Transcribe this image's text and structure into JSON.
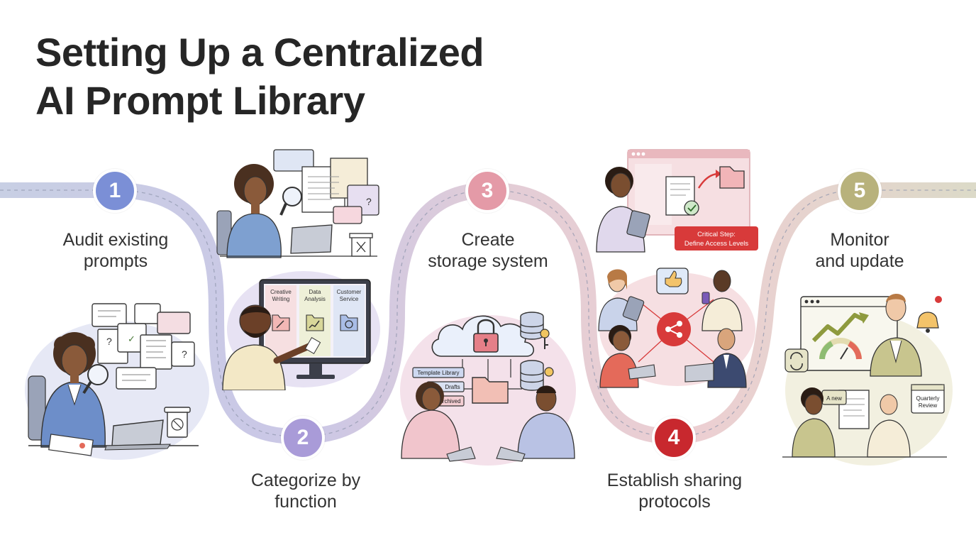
{
  "title": {
    "line1": "Setting Up a Centralized",
    "line2": "AI Prompt Library"
  },
  "colors": {
    "step1": "#7b8fd6",
    "step2": "#a99bd8",
    "step3": "#e49aa7",
    "step4": "#c8282e",
    "step5": "#b8b27c",
    "accent_red": "#d83a3a"
  },
  "steps": [
    {
      "number": "1",
      "line1": "Audit existing",
      "line2": "prompts"
    },
    {
      "number": "2",
      "line1": "Categorize by",
      "line2": "function"
    },
    {
      "number": "3",
      "line1": "Create",
      "line2": "storage system"
    },
    {
      "number": "4",
      "line1": "Establish sharing",
      "line2": "protocols"
    },
    {
      "number": "5",
      "line1": "Monitor",
      "line2": "and update"
    }
  ],
  "illustrations": {
    "categories": {
      "a1": "Creative",
      "a2": "Writing",
      "b1": "Data",
      "b2": "Analysis",
      "c1": "Customer",
      "c2": "Service"
    },
    "storage": {
      "tag1": "Template Library",
      "tag2": "Drafts",
      "tag3": "Archived"
    },
    "access": {
      "line1": "Critical Step:",
      "line2": "Define Access Levels"
    },
    "monitor": {
      "bubble": "A new",
      "calendar1": "Quarterly",
      "calendar2": "Review"
    }
  },
  "icons": [
    "magnifier-icon",
    "trash-icon",
    "folder-icon",
    "cloud-icon",
    "padlock-icon",
    "key-icon",
    "database-icon",
    "share-icon",
    "thumbs-up-icon",
    "bell-icon",
    "growth-chart-icon",
    "gauge-icon",
    "refresh-icon",
    "calendar-icon"
  ]
}
